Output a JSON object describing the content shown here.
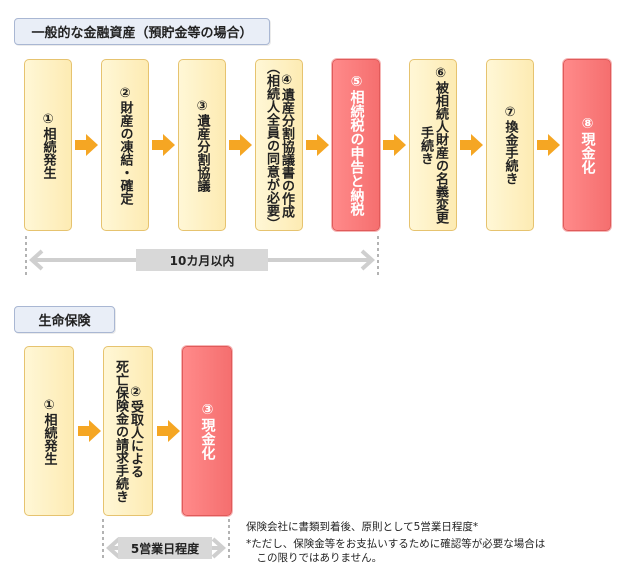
{
  "general": {
    "title": "一般的な金融資産（預貯金等の場合）",
    "steps": [
      {
        "lines": [
          "①相続発生"
        ],
        "highlight": false
      },
      {
        "lines": [
          "②財産の凍結・確定"
        ],
        "highlight": false
      },
      {
        "lines": [
          "③遺産分割協議"
        ],
        "highlight": false
      },
      {
        "lines": [
          "④遺産分割協議書の作成",
          "（相続人全員の同意が必要）"
        ],
        "highlight": false
      },
      {
        "lines": [
          "⑤相続税の申告と納税"
        ],
        "highlight": true
      },
      {
        "lines": [
          "⑥被相続人財産の名義変更",
          "手続き"
        ],
        "highlight": false
      },
      {
        "lines": [
          "⑦換金手続き"
        ],
        "highlight": false
      },
      {
        "lines": [
          "⑧現金化"
        ],
        "highlight": true
      }
    ],
    "period": "10カ月以内"
  },
  "life": {
    "title": "生命保険",
    "steps": [
      {
        "lines": [
          "①相続発生"
        ],
        "highlight": false
      },
      {
        "lines": [
          "②受取人による",
          "死亡保険金の請求手続き"
        ],
        "highlight": false
      },
      {
        "lines": [
          "③現金化"
        ],
        "highlight": true
      }
    ],
    "period": "5営業日程度",
    "notes": [
      "保険会社に書類到着後、原則として5営業日程度*",
      "*ただし、保険金等をお支払いするために確認等が必要な場合は",
      "　この限りではありません。"
    ]
  },
  "colors": {
    "box_fill": "#fdebb3",
    "box_border": "#e6c36f",
    "highlight_fill": "#f56f6f",
    "arrow": "#f5a623",
    "period_bar": "#d8d8d8"
  }
}
